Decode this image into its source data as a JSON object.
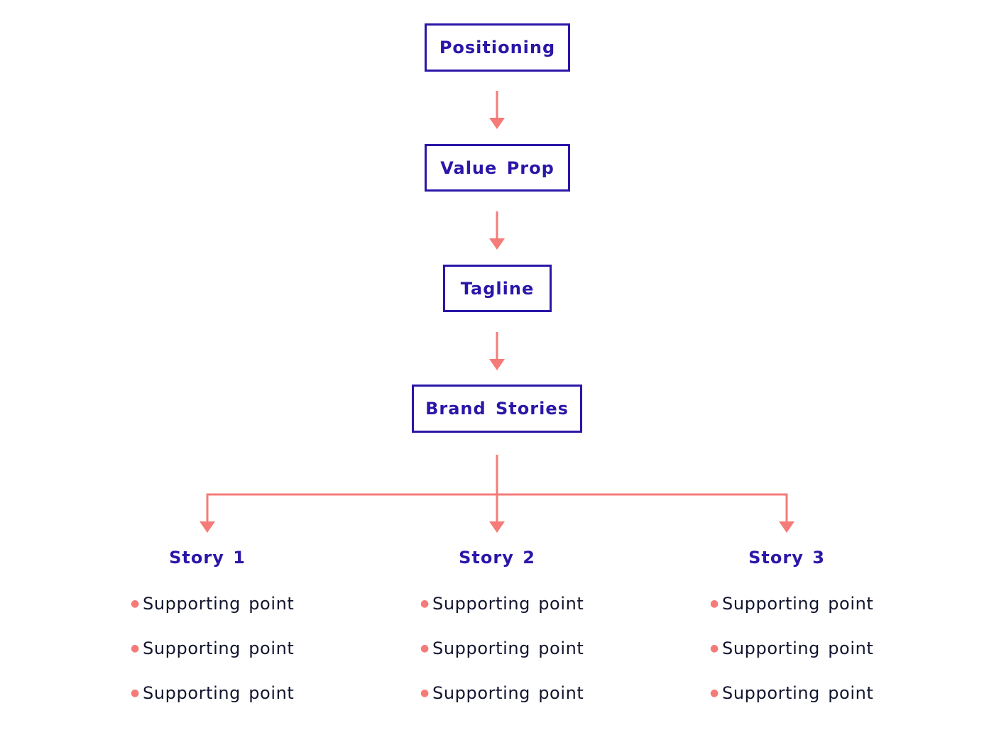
{
  "colors": {
    "box_border": "#2a16a8",
    "box_text": "#2a16a8",
    "arrow": "#f57b78",
    "bullet": "#f57b78",
    "point_text": "#12152e"
  },
  "flow": {
    "positioning": "Positioning",
    "value_prop": "Value Prop",
    "tagline": "Tagline",
    "brand_stories": "Brand Stories"
  },
  "stories": [
    {
      "title": "Story 1",
      "points": [
        "Supporting point",
        "Supporting point",
        "Supporting point"
      ]
    },
    {
      "title": "Story 2",
      "points": [
        "Supporting point",
        "Supporting point",
        "Supporting point"
      ]
    },
    {
      "title": "Story 3",
      "points": [
        "Supporting point",
        "Supporting point",
        "Supporting point"
      ]
    }
  ]
}
